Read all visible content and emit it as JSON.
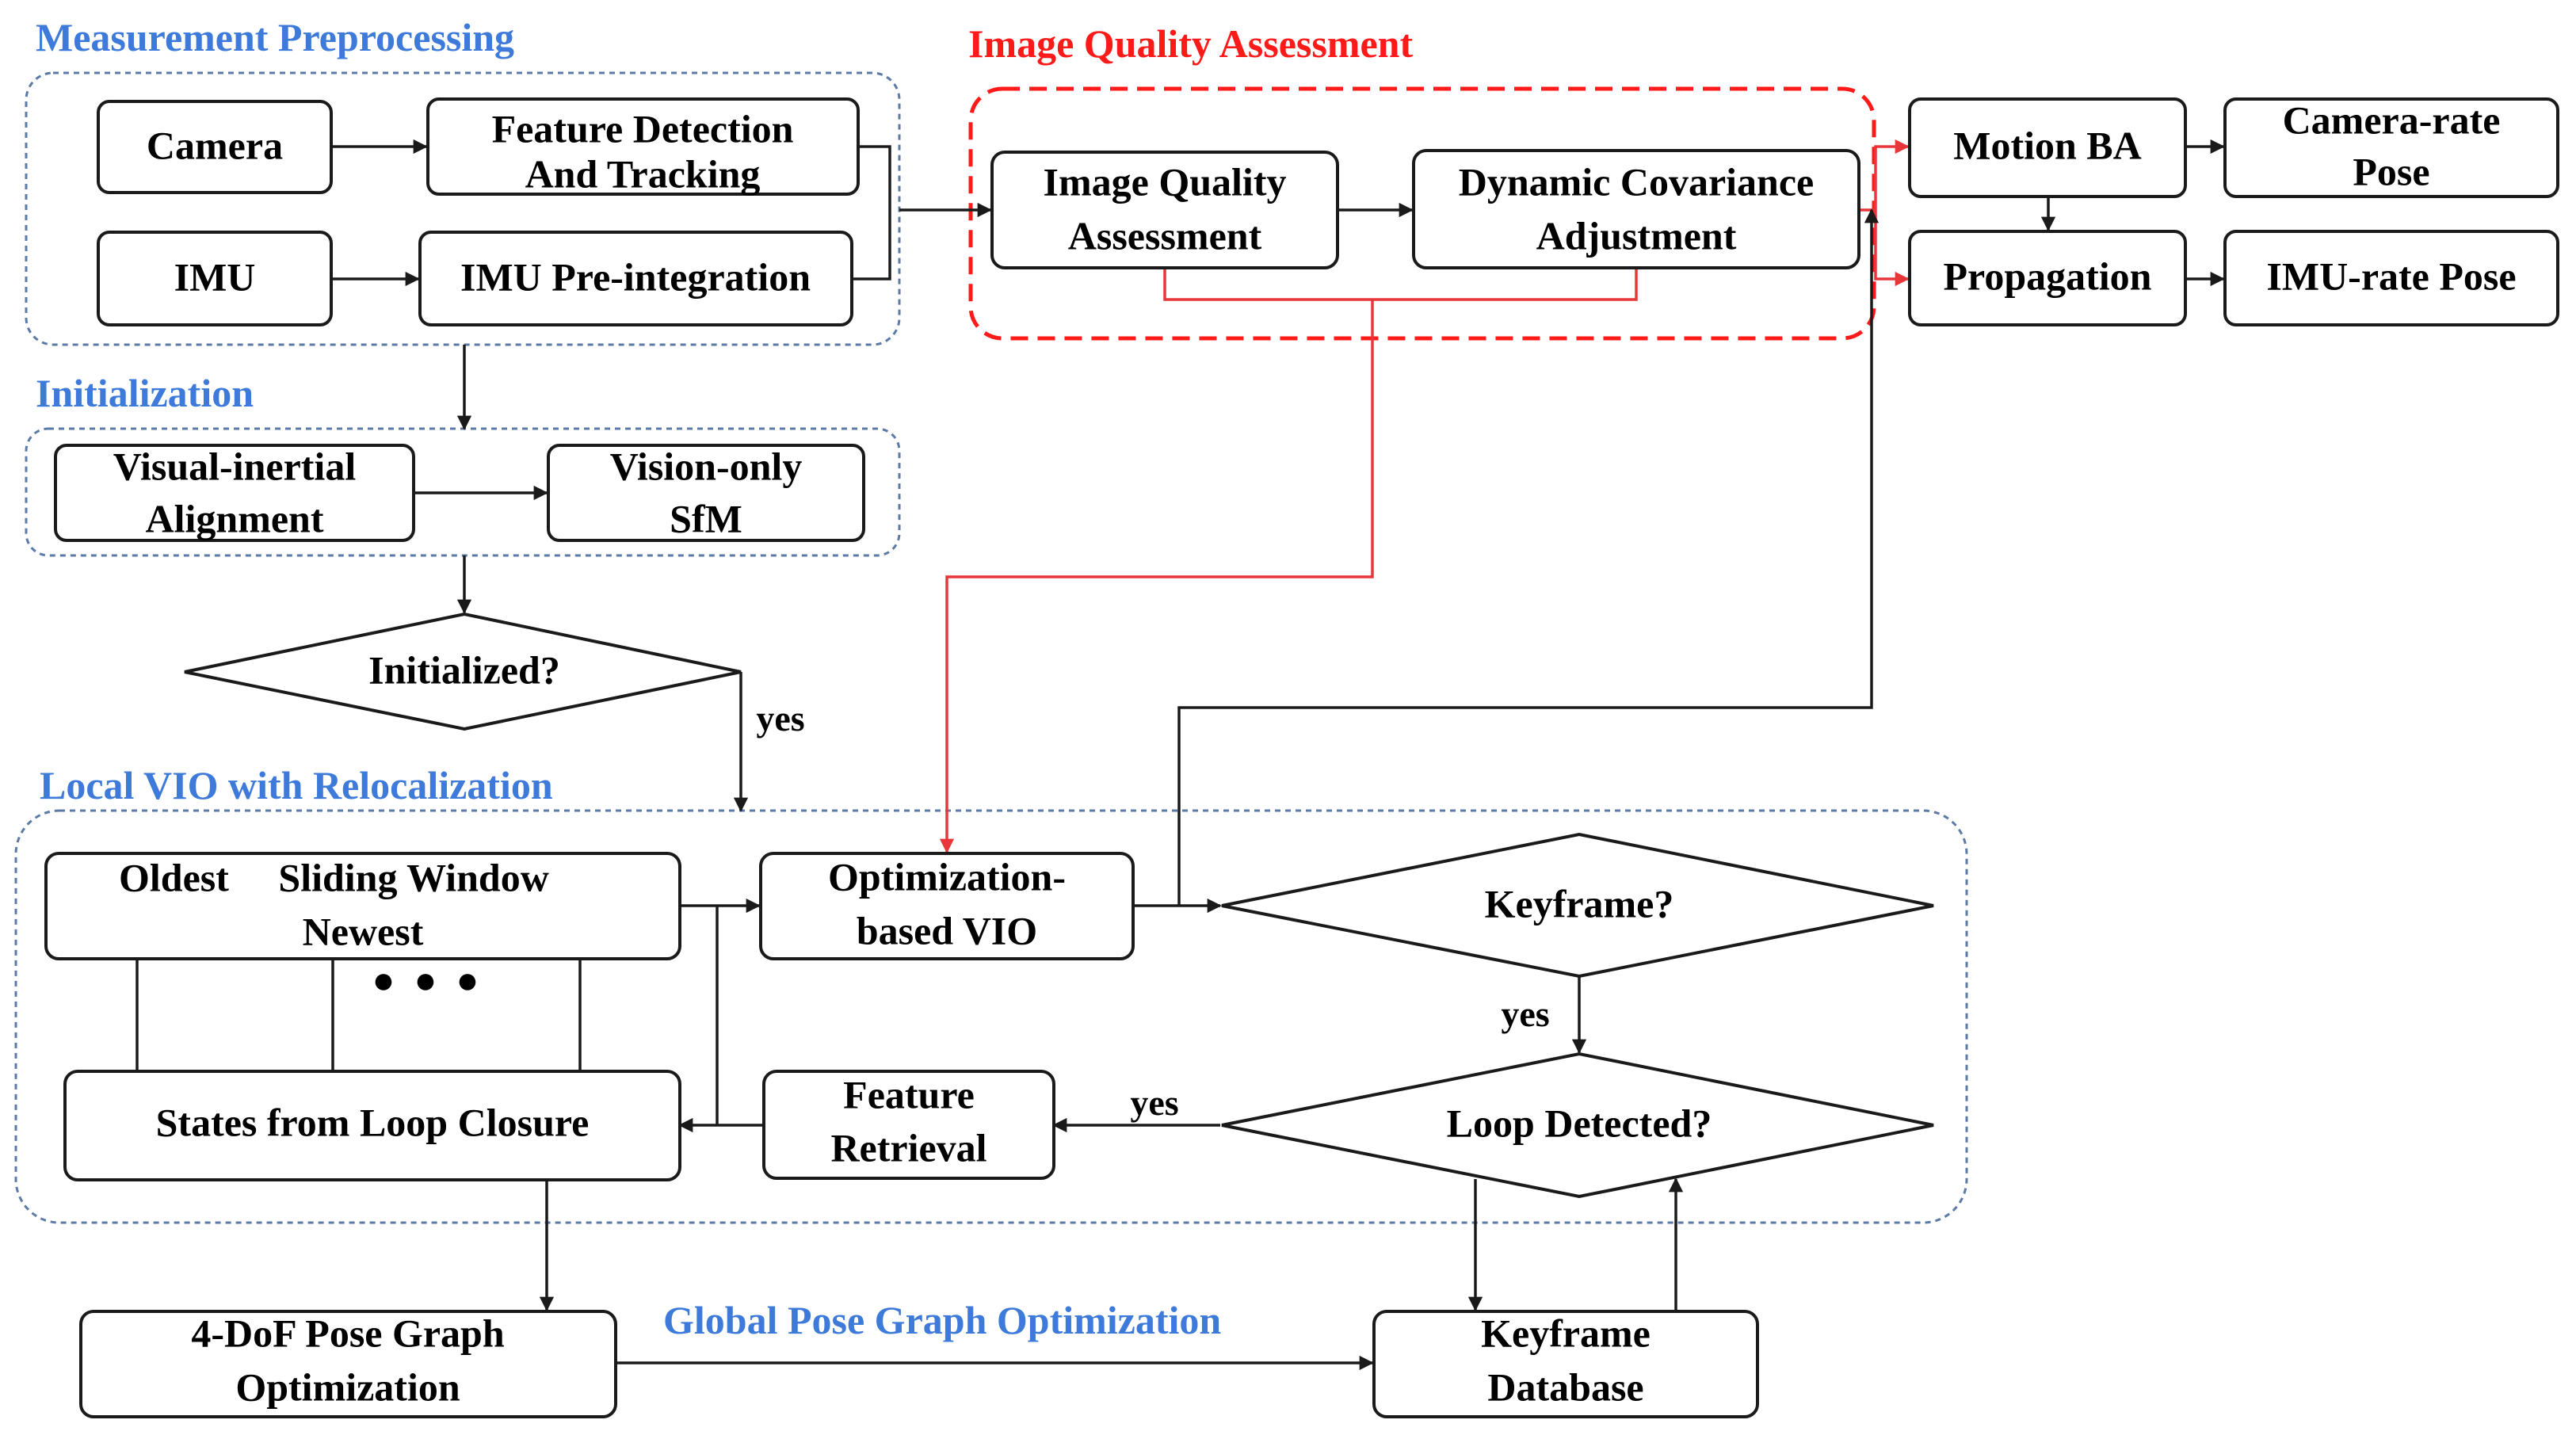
{
  "groups": {
    "measurement": "Measurement Preprocessing",
    "iqa": "Image Quality Assessment",
    "initialization": "Initialization",
    "local_vio": "Local VIO with Relocalization",
    "global_pgo": "Global Pose Graph Optimization"
  },
  "nodes": {
    "camera": "Camera",
    "feature_detection": [
      "Feature Detection",
      "And Tracking"
    ],
    "imu": "IMU",
    "imu_preintegration": "IMU Pre-integration",
    "image_quality": [
      "Image Quality",
      "Assessment"
    ],
    "dynamic_covariance": [
      "Dynamic Covariance",
      "Adjustment"
    ],
    "motion_ba": "Motion BA",
    "camera_rate_pose": [
      "Camera-rate",
      "Pose"
    ],
    "propagation": "Propagation",
    "imu_rate_pose": "IMU-rate Pose",
    "visual_inertial": [
      "Visual-inertial",
      "Alignment"
    ],
    "vision_only": [
      "Vision-only",
      "SfM"
    ],
    "initialized": "Initialized?",
    "sliding_window": [
      "Oldest     Sliding Window",
      "Newest"
    ],
    "ellipsis": "● ● ●",
    "optimization_vio": [
      "Optimization-",
      "based VIO"
    ],
    "keyframe_q": "Keyframe?",
    "states_loop": "States from Loop Closure",
    "feature_retrieval": [
      "Feature",
      "Retrieval"
    ],
    "loop_detected": "Loop Detected?",
    "pose_graph": [
      "4-DoF Pose Graph",
      "Optimization"
    ],
    "keyframe_db": [
      "Keyframe",
      "Database"
    ]
  },
  "edge_labels": {
    "initialized_yes": "yes",
    "keyframe_yes": "yes",
    "loop_yes": "yes"
  }
}
